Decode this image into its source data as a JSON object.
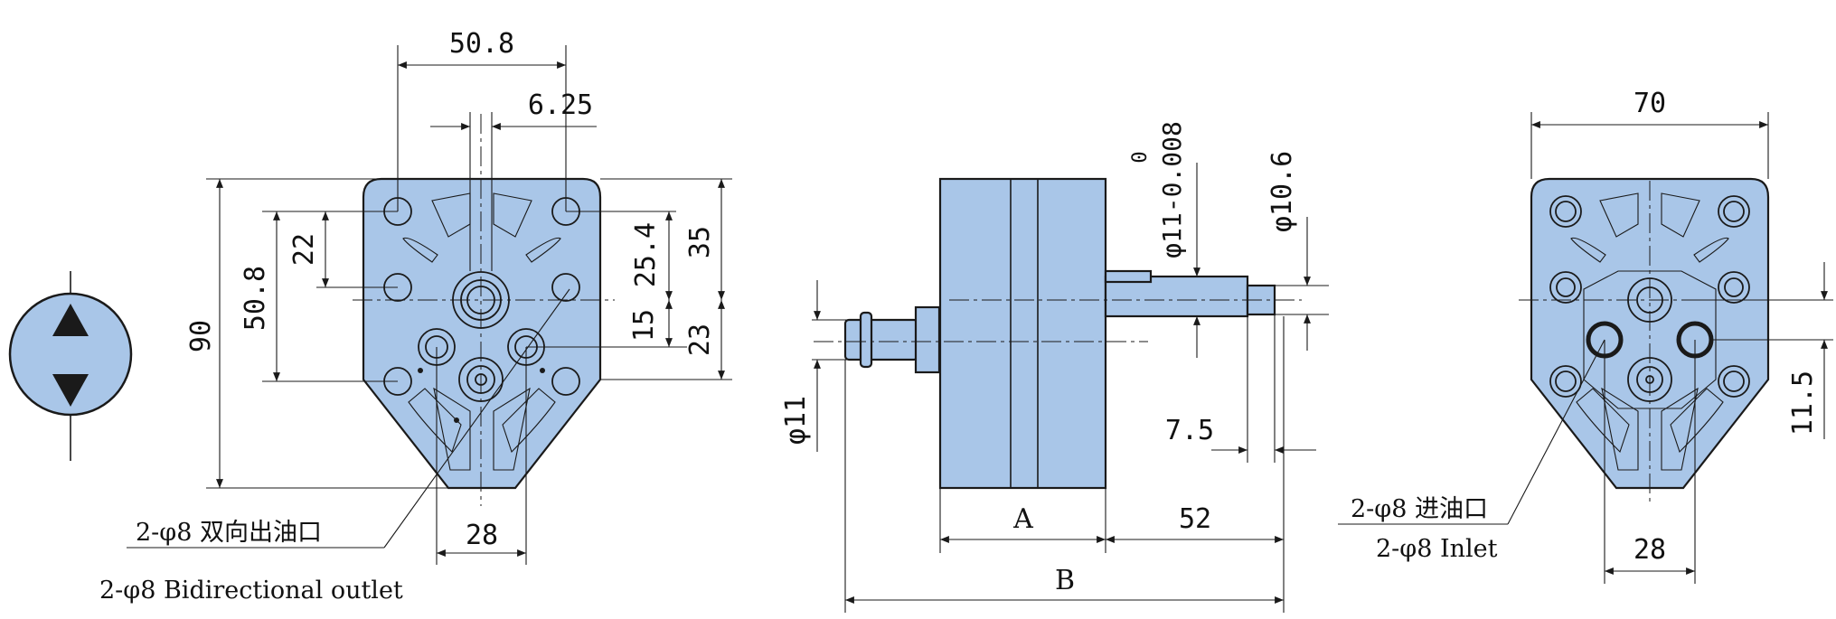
{
  "colors": {
    "body_fill": "#a9c6e8",
    "line": "#1a1a1a",
    "background": "#ffffff"
  },
  "symbol": {
    "name": "bidirectional-pump-symbol"
  },
  "front_view": {
    "dims": {
      "top_width": "50.8",
      "shaft_offset": "6.25",
      "height_total": "90",
      "hole_vertical": "50.8",
      "upper_short": "22",
      "center_to_top_hole": "25.4",
      "top_to_center": "35",
      "lower_offset": "15",
      "center_to_bottom": "23",
      "bottom_width": "28"
    },
    "label_cn": "2-φ8 双向出油口",
    "label_en": "2-φ8 Bidirectional outlet"
  },
  "side_view": {
    "dims": {
      "shaft_dia_tol": "φ11-0.008",
      "shaft_tol_upper": "0",
      "shaft_dia": "φ10.6",
      "key_length": "7.5",
      "left_dia": "φ11",
      "body_length": "A",
      "shaft_length": "52",
      "total_length": "B"
    }
  },
  "rear_view": {
    "dims": {
      "width": "70",
      "offset": "11.5",
      "bottom_width": "28"
    },
    "label_cn": "2-φ8 进油口",
    "label_en": "2-φ8 Inlet"
  }
}
